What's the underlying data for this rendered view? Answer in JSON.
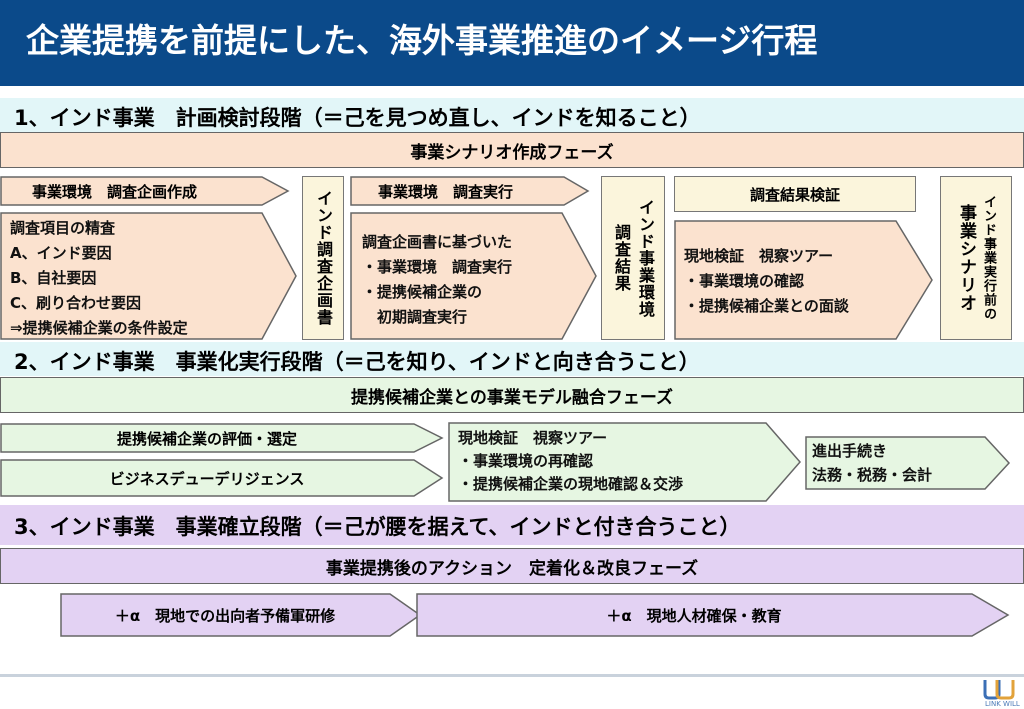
{
  "title": "企業提携を前提にした、海外事業推進のイメージ行程",
  "phase1": {
    "title": "1、インド事業　計画検討段階（＝己を見つめ直し、インドを知ること）",
    "band": "事業シナリオ作成フェーズ",
    "arrow_planning": "事業環境　調査企画作成",
    "items_label": [
      "調査項目の精査",
      "A、インド要因",
      "B、自社要因",
      "C、刷り合わせ要因",
      "⇒提携候補企業の条件設定"
    ],
    "vertical_plan_doc": "インド調査企画書",
    "arrow_execute": "事業環境　調査実行",
    "execute_lines": [
      "調査企画書に基づいた",
      "・事業環境　調査実行",
      "・提携候補企業の",
      "　初期調査実行"
    ],
    "vertical_results": [
      "インド事業環境",
      "調査結果"
    ],
    "verify_header": "調査結果検証",
    "verify_lines": [
      "現地検証　視察ツアー",
      "・事業環境の確認",
      "・提携候補企業との面談"
    ],
    "vertical_scenario": [
      "インド事業実行前の",
      "事業シナリオ"
    ]
  },
  "phase2": {
    "title": "2、インド事業　事業化実行段階（＝己を知り、インドと向き合うこと）",
    "band": "提携候補企業との事業モデル融合フェーズ",
    "arrow_eval": "提携候補企業の評価・選定",
    "arrow_dd": "ビジネスデューデリジェンス",
    "tour_lines": [
      "現地検証　視察ツアー",
      "・事業環境の再確認",
      "・提携候補企業の現地確認＆交渉"
    ],
    "entry_lines": [
      "進出手続き",
      "法務・税務・会計"
    ]
  },
  "phase3": {
    "title": "3、インド事業　事業確立段階（＝己が腰を据えて、インドと付き合うこと）",
    "band": "事業提携後のアクション　定着化＆改良フェーズ",
    "arrow_training": "＋α　現地での出向者予備軍研修",
    "arrow_hr": "＋α　現地人材確保・教育"
  },
  "logo": {
    "text": "LINK WILL"
  },
  "colors": {
    "title_bg": "#0b4a8a",
    "peach": "#fbe2cf",
    "mint": "#e6f6e2",
    "lavender": "#e3d2f3"
  }
}
